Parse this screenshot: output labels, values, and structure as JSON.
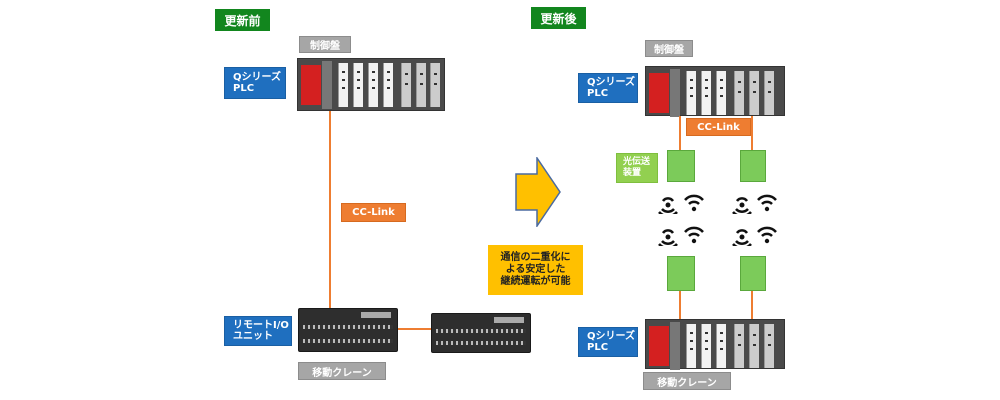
{
  "before": {
    "title": "更新前",
    "panel_label": "制御盤",
    "plc_label_line1": "Qシリーズ",
    "plc_label_line2": "PLC",
    "link_label": "CC-Link",
    "remote_label_line1": "リモートI/O",
    "remote_label_line2": "ユニット",
    "crane_label": "移動クレーン"
  },
  "after": {
    "title": "更新後",
    "panel_label": "制御盤",
    "plc_top_label_line1": "Qシリーズ",
    "plc_top_label_line2": "PLC",
    "link_label": "CC-Link",
    "optical_label_line1": "光伝送",
    "optical_label_line2": "装置",
    "plc_bottom_label_line1": "Qシリーズ",
    "plc_bottom_label_line2": "PLC",
    "crane_label": "移動クレーン"
  },
  "note": {
    "line1": "通信の二重化に",
    "line2": "よる安定した",
    "line3": "継続運転が可能"
  },
  "colors": {
    "green": "#12861e",
    "blue": "#1f6fbf",
    "orange": "#ee7d31",
    "gray": "#a6a6a6",
    "yellow": "#ffc000",
    "light_green": "#92d050",
    "plc_red": "#d42020"
  },
  "icons": [
    "wireless-signal-icon",
    "wifi-icon",
    "arrow-right-icon"
  ]
}
